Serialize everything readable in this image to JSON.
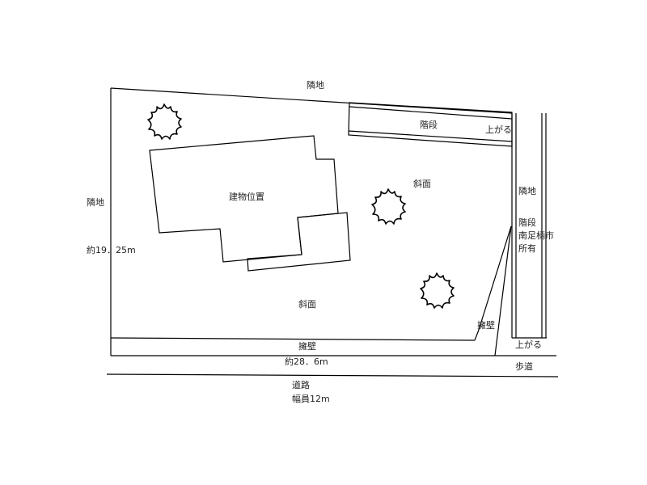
{
  "diagram": {
    "type": "site-plan",
    "labels": {
      "neighbor_top": "隣地",
      "neighbor_left": "隣地",
      "neighbor_right": "隣地",
      "stairs_top": "階段",
      "going_up_top": "上がる",
      "building": "建物位置",
      "slope_upper": "斜面",
      "slope_lower": "斜面",
      "retaining_wall_bottom": "擁壁",
      "retaining_wall_right": "擁壁",
      "width_depth": "約19．25m",
      "frontage": "約28．6m",
      "right_stairs_line1": "階段",
      "right_stairs_line2": "南足柄市",
      "right_stairs_line3": "所有",
      "going_up_bottom": "上がる",
      "sidewalk": "歩道",
      "road": "道路",
      "road_width": "幅員12m"
    },
    "line_color": "#000000",
    "background": "#ffffff"
  }
}
